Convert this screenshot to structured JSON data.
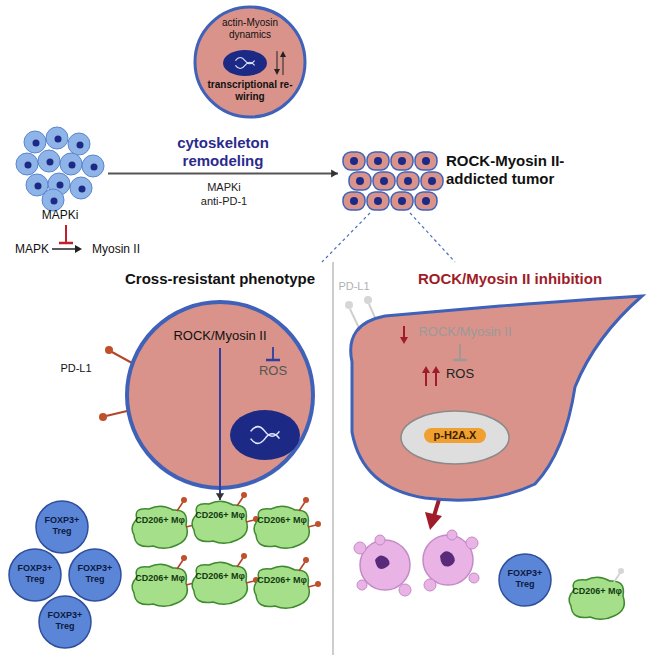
{
  "diagram": {
    "nodes": [
      {
        "text": [
          "actin-Myosin dynamics",
          "transcriptional re-wiring"
        ]
      },
      {
        "text": [
          "MAPKi"
        ]
      },
      {
        "text": [
          "ROCK-Myosin II- addicted tumor"
        ]
      },
      {
        "text": [
          "Cross-resistant phenotype",
          "ROCK/Myosin II",
          "ROS"
        ]
      },
      {
        "text": [
          "FOXP3+ Treg"
        ]
      },
      {
        "text": [
          "FOXP3+ Treg"
        ]
      },
      {
        "text": [
          "FOXP3+ Treg"
        ]
      },
      {
        "text": [
          "FOXP3+ Treg"
        ]
      },
      {
        "text": [
          "CD206+ Mφ"
        ]
      },
      {
        "text": [
          "CD206+ Mφ"
        ]
      },
      {
        "text": [
          "CD206+ Mφ"
        ]
      },
      {
        "text": [
          "CD206+ Mφ"
        ]
      },
      {
        "text": [
          "CD206+ Mφ"
        ]
      },
      {
        "text": [
          "CD206+ Mφ"
        ]
      },
      {
        "text": [
          "ROCK/Myosin II inhibition",
          "ROCK/Myosin II",
          "ROS"
        ]
      },
      {
        "text": [
          "p-H2A.X"
        ],
        "in": 14
      },
      {
        "text": [
          "FOXP3+ Treg"
        ]
      },
      {
        "text": [
          "CD206+ Mφ"
        ]
      }
    ],
    "edges": [
      {
        "from": 1,
        "to": 2,
        "label": "cytoskeleton remodeling",
        "arrow": "to"
      },
      {
        "from": 3,
        "to": 9,
        "arrow": "to"
      }
    ],
    "labels": [
      "MAPKi",
      "anti-PD-1",
      "MAPK",
      "Myosin II",
      "PD-L1",
      "PD-L1"
    ]
  }
}
